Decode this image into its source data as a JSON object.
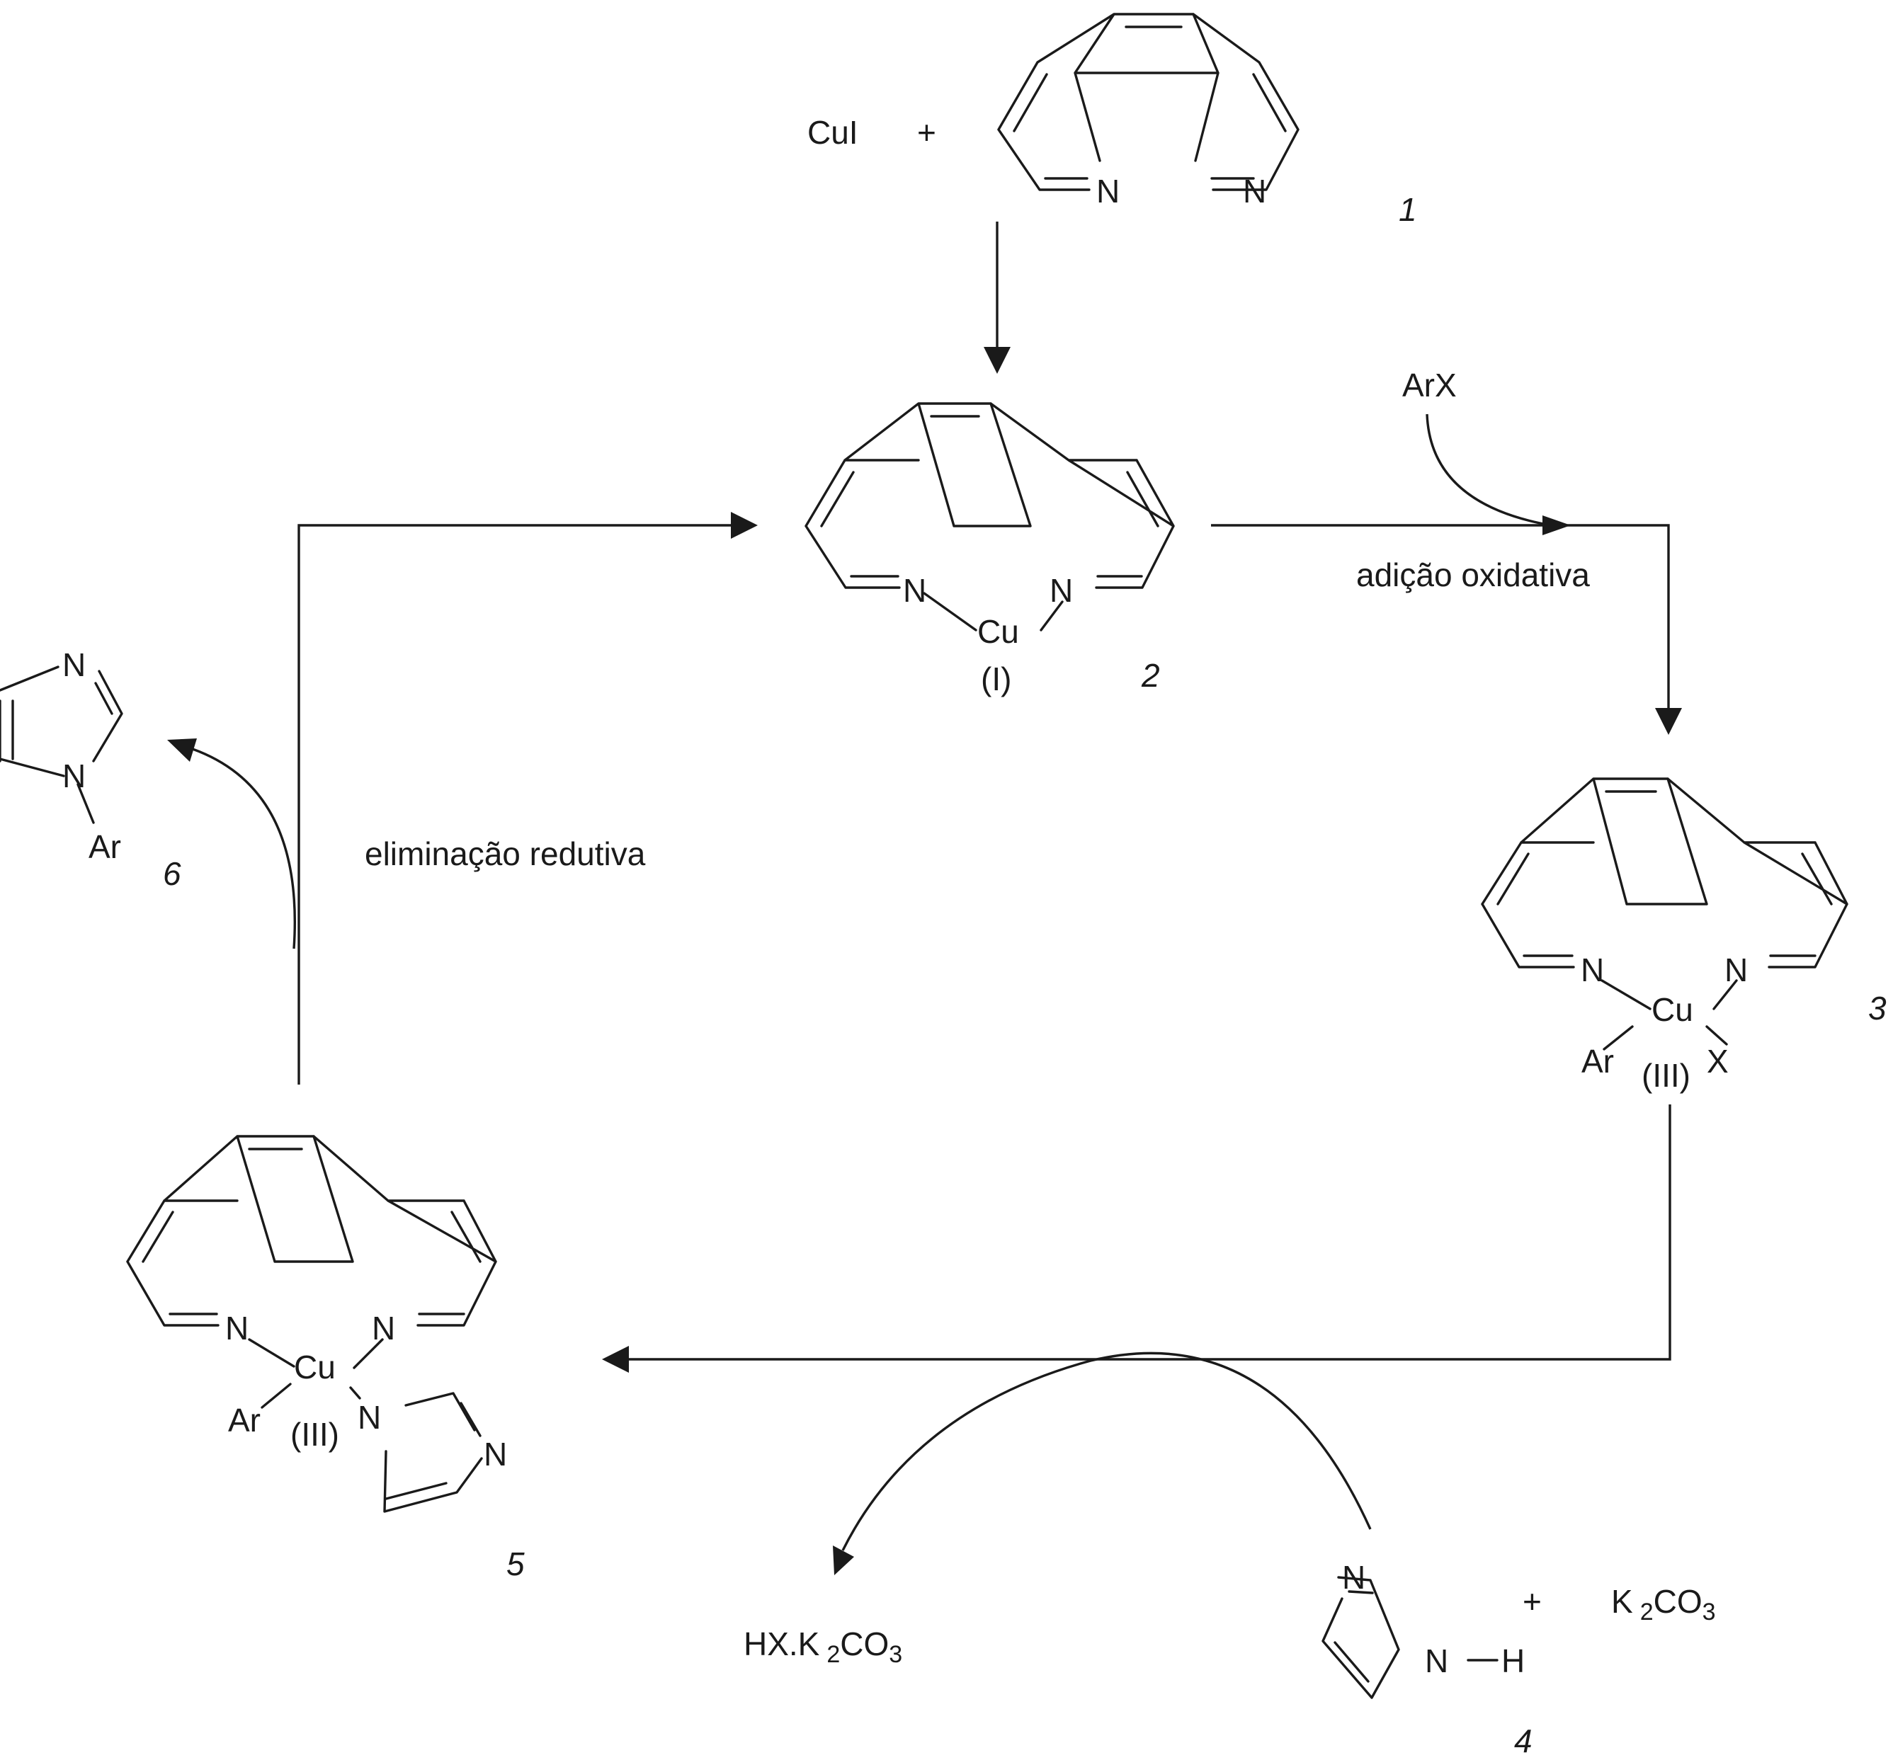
{
  "reactants": {
    "copper_salt": "CuI",
    "plus": "+",
    "arx": "ArX",
    "base": {
      "k": "K",
      "sub2": "2",
      "co": "CO",
      "sub3": "3"
    }
  },
  "compounds": {
    "c1": "1",
    "c2": "2",
    "c3": "3",
    "c4": "4",
    "c5": "5",
    "c6": "6"
  },
  "atoms": {
    "nitrogen": "N",
    "copper": "Cu",
    "aryl": "Ar",
    "halide": "X",
    "hydrogen": "H"
  },
  "oxidation_states": {
    "cu_i": "(I)",
    "cu_iii": "(III)"
  },
  "steps": {
    "oxidative_addition": "adição oxidativa",
    "reductive_elimination": "eliminação redutiva"
  },
  "byproduct": {
    "hx": "HX.K",
    "sub2": "2",
    "co": "CO",
    "sub3": "3"
  }
}
